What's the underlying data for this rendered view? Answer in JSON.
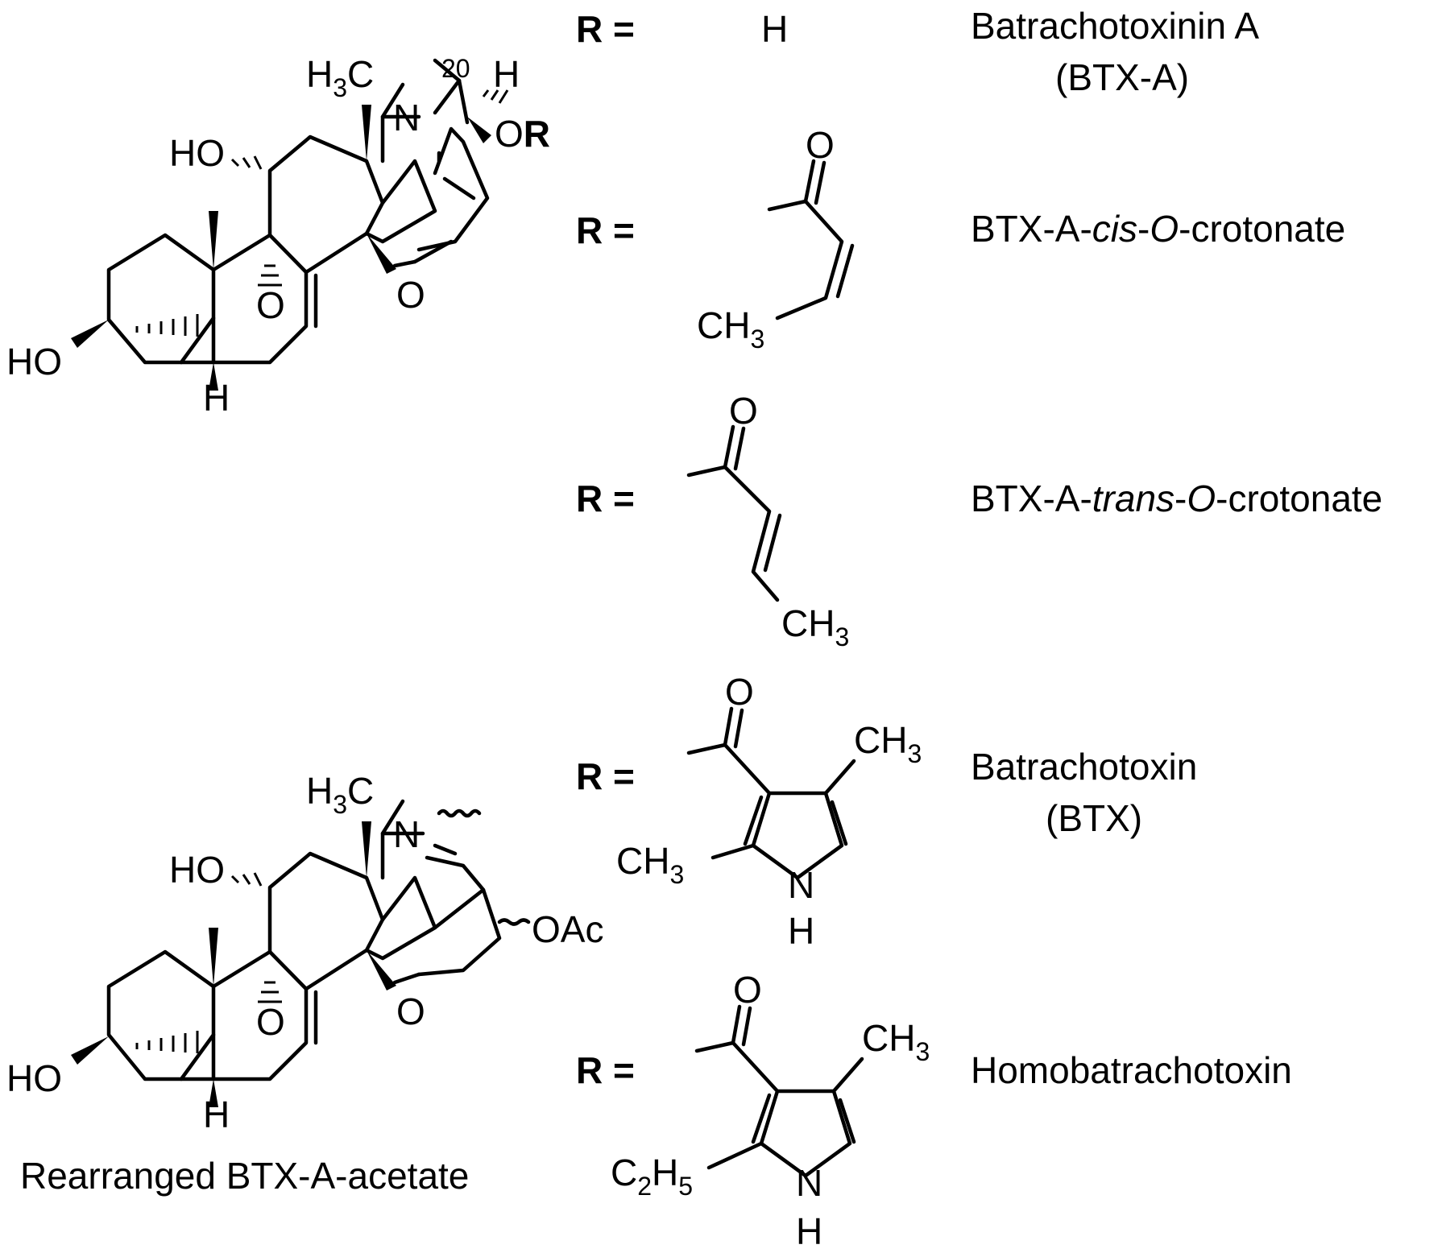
{
  "core_top": {
    "methyl": "H",
    "methyl_sub": "3",
    "methyl_tail": "C",
    "nitrogen": "N",
    "c20": "20",
    "c20_h": "H",
    "or_o": "O",
    "or_r": "R",
    "ho_11": "HO",
    "ho_3": "HO",
    "o_bridge": "O",
    "o_ring": "O",
    "h_5": "H"
  },
  "core_bottom": {
    "methyl": "H",
    "methyl_sub": "3",
    "methyl_tail": "C",
    "nitrogen": "N",
    "oac": "OAc",
    "ho_11": "HO",
    "ho_3": "HO",
    "o_bridge": "O",
    "o_ring": "O",
    "h_5": "H",
    "caption": "Rearranged BTX-A-acetate"
  },
  "variants": [
    {
      "r_label": "R =",
      "substituent_text": "H",
      "name": "Batrachotoxinin A",
      "name_line2": "(BTX-A)"
    },
    {
      "r_label": "R =",
      "oxygen": "O",
      "ch3": "CH",
      "ch3_sub": "3",
      "name_prefix": "BTX-A-",
      "name_italic1": "cis",
      "name_dash": "-",
      "name_italic2": "O",
      "name_suffix": "-crotonate"
    },
    {
      "r_label": "R =",
      "oxygen": "O",
      "ch3": "CH",
      "ch3_sub": "3",
      "name_prefix": "BTX-A-",
      "name_italic1": "trans",
      "name_dash": "-",
      "name_italic2": "O",
      "name_suffix": "-crotonate"
    },
    {
      "r_label": "R =",
      "oxygen": "O",
      "ch3_a": "CH",
      "ch3_a_sub": "3",
      "ch3_b": "CH",
      "ch3_b_sub": "3",
      "nh_n": "N",
      "nh_h": "H",
      "name": "Batrachotoxin",
      "name_line2": "(BTX)"
    },
    {
      "r_label": "R =",
      "oxygen": "O",
      "ch3": "CH",
      "ch3_sub": "3",
      "ethyl_c": "C",
      "ethyl_c_sub": "2",
      "ethyl_h": "H",
      "ethyl_h_sub": "5",
      "nh_n": "N",
      "nh_h": "H",
      "name": "Homobatrachotoxin"
    }
  ]
}
